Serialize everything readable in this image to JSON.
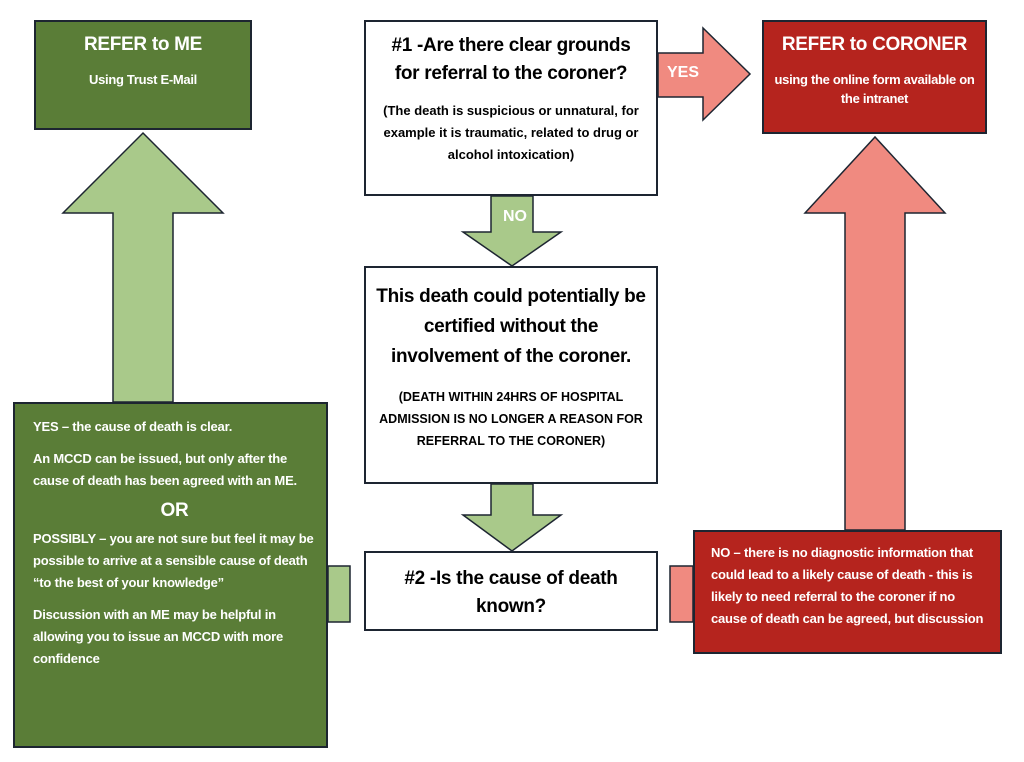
{
  "refer_me": {
    "title": "REFER to ME",
    "subtitle": "Using Trust E-Mail"
  },
  "refer_coroner": {
    "title": "REFER to CORONER",
    "subtitle": "using the online form available on the intranet"
  },
  "question1": {
    "title": "#1 -Are there clear grounds for referral to the coroner?",
    "detail": "(The death is suspicious or unnatural, for example it is traumatic, related to drug or alcohol intoxication)"
  },
  "certifiable": {
    "title": "This death could potentially be certified without the involvement of the coroner.",
    "detail": "(DEATH WITHIN 24HRS OF HOSPITAL ADMISSION IS NO LONGER A REASON FOR REFERRAL TO THE CORONER)"
  },
  "question2": {
    "title": "#2 -Is the cause of death known?"
  },
  "yes_path": {
    "yes_keyword": "YES",
    "yes_text": " – the cause of death is clear.",
    "mccd_text": "An MCCD can be issued, but only after the cause of death has been agreed with an ME.",
    "or_text": "OR",
    "possibly_keyword": "POSSIBLY",
    "possibly_text": " – you are not sure but feel it may be possible to arrive at a sensible cause of death “to the best of your knowledge”",
    "discussion_text": "Discussion with an ME may be helpful in allowing you to issue an MCCD with more confidence"
  },
  "no_path": {
    "no_keyword": "NO",
    "no_text": " – there is no diagnostic information that could lead to a likely cause of death - this is likely to need referral to the coroner if no cause of death can be agreed, but discussion"
  },
  "arrow_labels": {
    "yes": "YES",
    "no": "NO"
  },
  "colors": {
    "light_green": "#a9c98a",
    "dark_green": "#5a7d37",
    "light_red": "#f08a80",
    "dark_red": "#b5241e",
    "border": "#1d2531"
  }
}
